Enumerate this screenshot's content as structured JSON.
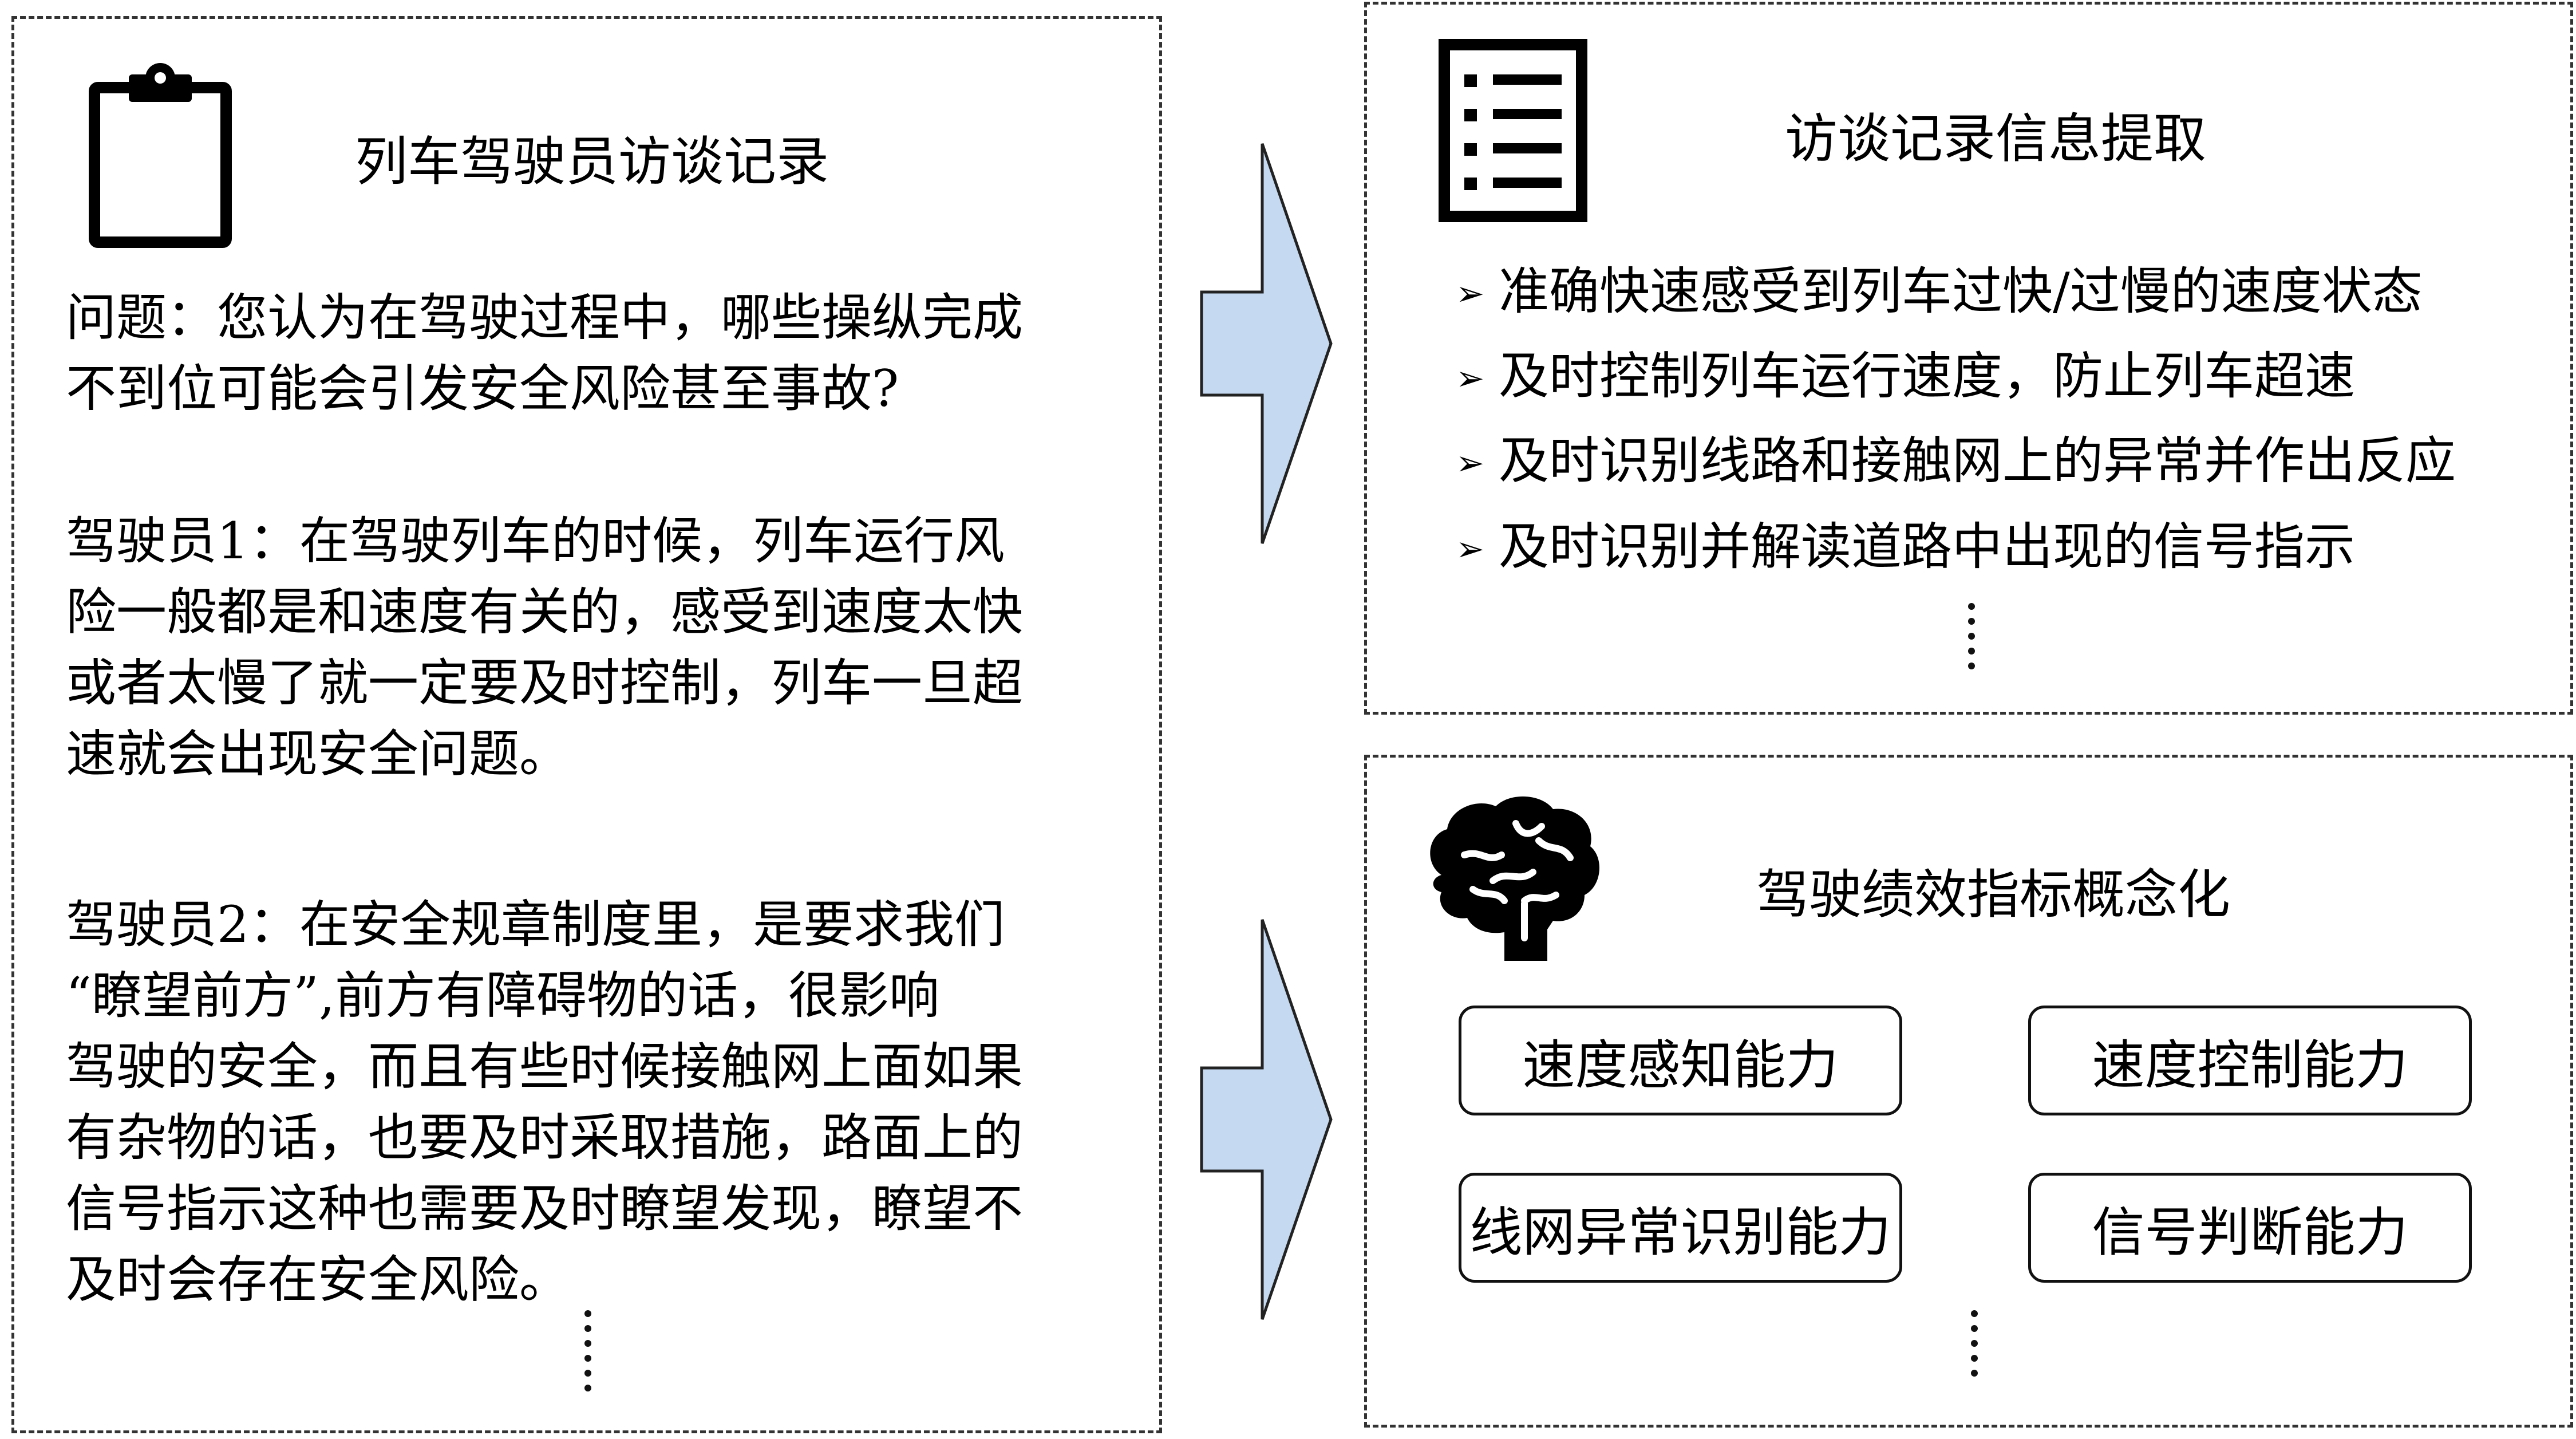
{
  "left_panel": {
    "title": "列车驾驶员访谈记录",
    "question_lines": [
      "问题：您认为在驾驶过程中，哪些操纵完成",
      "不到位可能会引发安全风险甚至事故?"
    ],
    "driver1_lines": [
      "驾驶员1：在驾驶列车的时候，列车运行风",
      "险一般都是和速度有关的，感受到速度太快",
      "或者太慢了就一定要及时控制，列车一旦超",
      "速就会出现安全问题。"
    ],
    "driver2_lines": [
      "驾驶员2：在安全规章制度里，是要求我们",
      "“瞭望前方”,前方有障碍物的话，很影响",
      "驾驶的安全，而且有些时候接触网上面如果",
      "有杂物的话，也要及时采取措施，路面上的",
      "信号指示这种也需要及时瞭望发现，瞭望不",
      "及时会存在安全风险。"
    ]
  },
  "top_right_panel": {
    "title": "访谈记录信息提取",
    "bullet_symbol": "➢",
    "bullets": [
      "准确快速感受到列车过快/过慢的速度状态",
      "及时控制列车运行速度，防止列车超速",
      "及时识别线路和接触网上的异常并作出反应",
      "及时识别并解读道路中出现的信号指示"
    ]
  },
  "bottom_right_panel": {
    "title": "驾驶绩效指标概念化",
    "boxes": [
      "速度感知能力",
      "速度控制能力",
      "线网异常识别能力",
      "信号判断能力"
    ]
  },
  "colors": {
    "arrow_fill": "#c5d9f1",
    "line": "#111111",
    "dashed_border": "#333333"
  },
  "icons": [
    "clipboard-icon",
    "list-document-icon",
    "brain-icon",
    "right-arrow"
  ]
}
